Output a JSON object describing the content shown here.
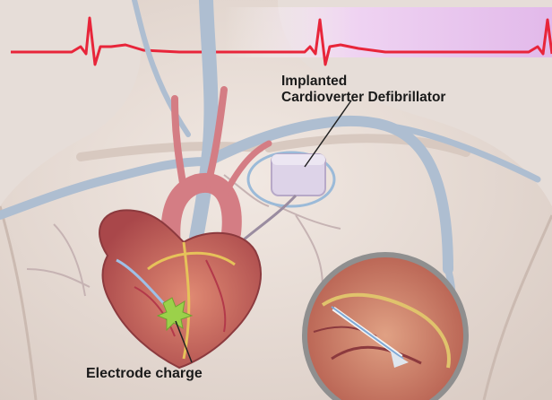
{
  "labels": {
    "icd_line1": "Implanted",
    "icd_line2": "Cardioverter Defibrillator",
    "electrode": "Electrode charge"
  },
  "colors": {
    "ecg_trace": "#e8253a",
    "ecg_band": "#e9c6ef",
    "skin": "#e9dfd8",
    "vein": "#b9c6d6",
    "artery": "#d9848a",
    "heart_muscle": "#c9675c",
    "device": "#ddd3e8",
    "electrode_spark": "#9bd14a"
  }
}
